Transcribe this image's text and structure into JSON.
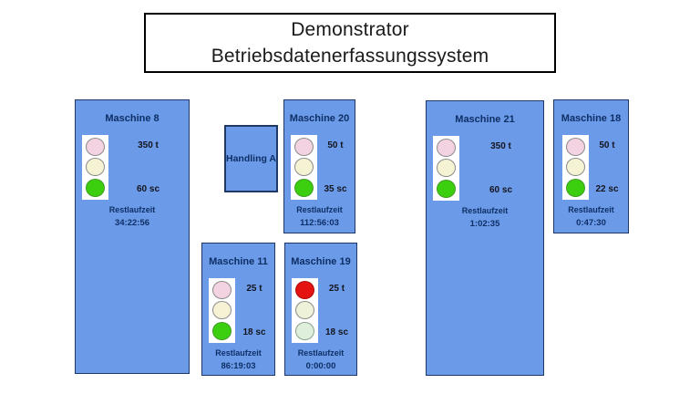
{
  "title_box": {
    "line1": "Demonstrator",
    "line2": "Betriebsdatenerfassungssystem"
  },
  "labels": {
    "restlaufzeit": "Restlaufzeit"
  },
  "handling": {
    "label": "Handling A"
  },
  "machines": [
    {
      "name": "Maschine 8",
      "tons": "350 t",
      "cycle": "60 sc",
      "remaining_time": "34:22:56",
      "lights": [
        "l-pink",
        "l-cream",
        "l-green-on"
      ]
    },
    {
      "name": "Maschine 20",
      "tons": "50 t",
      "cycle": "35 sc",
      "remaining_time": "112:56:03",
      "lights": [
        "l-pink",
        "l-cream",
        "l-green-on"
      ]
    },
    {
      "name": "Maschine 11",
      "tons": "25 t",
      "cycle": "18 sc",
      "remaining_time": "86:19:03",
      "lights": [
        "l-pink",
        "l-cream",
        "l-green-on"
      ]
    },
    {
      "name": "Maschine 19",
      "tons": "25 t",
      "cycle": "18 sc",
      "remaining_time": "0:00:00",
      "lights": [
        "l-red-on",
        "l-cream-off",
        "l-green-off"
      ]
    },
    {
      "name": "Maschine 21",
      "tons": "350 t",
      "cycle": "60 sc",
      "remaining_time": "1:02:35",
      "lights": [
        "l-pink",
        "l-cream",
        "l-green-on"
      ]
    },
    {
      "name": "Maschine 18",
      "tons": "50 t",
      "cycle": "22 sc",
      "remaining_time": "0:47:30",
      "lights": [
        "l-pink",
        "l-cream",
        "l-green-on"
      ]
    }
  ],
  "colors": {
    "panel_blue": "#6b9be8",
    "panel_border": "#1f3864",
    "heading_navy": "#0e2f66",
    "light_pink": "#f3d2e1",
    "light_cream": "#f6f3d4",
    "light_green_active": "#3ccf10",
    "light_red_active": "#e51212",
    "light_green_inactive": "#def0db"
  }
}
